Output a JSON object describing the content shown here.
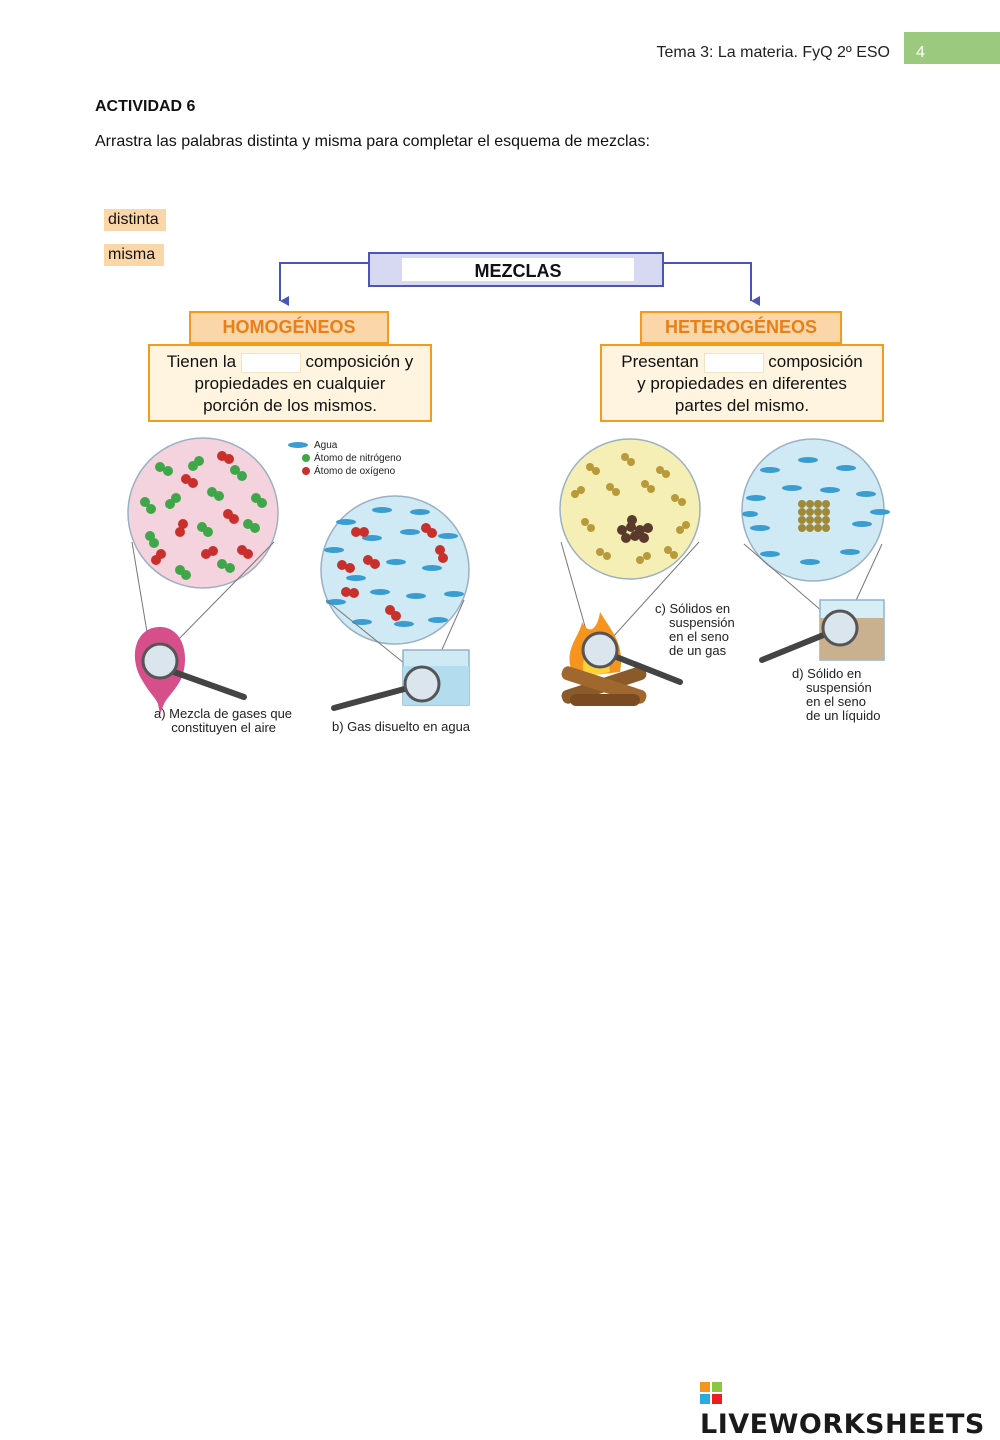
{
  "header": {
    "title": "Tema 3: La materia. FyQ 2º ESO",
    "page_number": "4"
  },
  "activity": {
    "title": "ACTIVIDAD 6",
    "instructions": "Arrastra las palabras distinta y misma para completar el esquema de mezclas:"
  },
  "drag_words": [
    "distinta",
    "misma"
  ],
  "scheme": {
    "root": "MEZCLAS",
    "homogeneous": {
      "title": "HOMOGÉNEOS",
      "line1_before": "Tienen la",
      "line1_after": "composición y",
      "line2": "propiedades en cualquier",
      "line3": "porción de los mismos."
    },
    "heterogeneous": {
      "title": "HETEROGÉNEOS",
      "line1_before": "Presentan",
      "line1_after": "composición",
      "line2": "y propiedades en diferentes",
      "line3": "partes del mismo."
    }
  },
  "legend": {
    "water": "Agua",
    "nitrogen": "Átomo de nitrógeno",
    "oxygen": "Átomo de oxígeno"
  },
  "captions": {
    "a1": "a) Mezcla de gases que",
    "a2": "constituyen el aire",
    "b": "b) Gas disuelto en agua",
    "c1": "c) Sólidos en",
    "c2": "suspensión",
    "c3": "en el seno",
    "c4": "de un gas",
    "d1": "d) Sólido en",
    "d2": "suspensión",
    "d3": "en el seno",
    "d4": "de un líquido"
  },
  "footer": {
    "brand": "LIVEWORKSHEETS"
  },
  "colors": {
    "page_tab": "#9bc97d",
    "chip": "#fbd6a8",
    "category_border": "#f29b1f",
    "category_text": "#e8801a",
    "root_border": "#4a55b8",
    "arrow": "#4a55b8",
    "nitrogen": "#3fa64a",
    "oxygen": "#c9302c",
    "water": "#3a9dd1"
  }
}
